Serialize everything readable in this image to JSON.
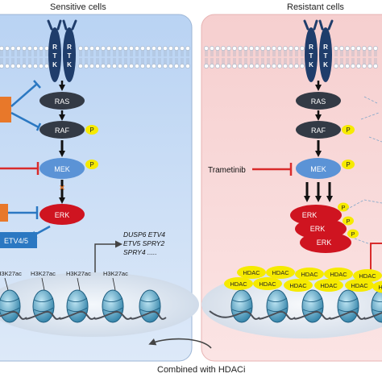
{
  "panels": {
    "left_title": "Sensitive cells",
    "right_title": "Resistant cells"
  },
  "rtk": {
    "letters": [
      "R",
      "T",
      "K"
    ]
  },
  "nodes": {
    "ras": "RAS",
    "raf": "RAF",
    "mek": "MEK",
    "erk": "ERK",
    "phospho": "P"
  },
  "left": {
    "etv_label": "ETV4/5",
    "target_genes": [
      "DUSP6 ETV4",
      "ETV5 SPRY2",
      "SPRY4 ....."
    ],
    "histone_marks": [
      "H3K27ac",
      "H3K27ac",
      "H3K27ac",
      "H3K27ac"
    ]
  },
  "right": {
    "drug": "Trametinib",
    "hdac_label": "HDAC"
  },
  "bottom_caption": "Combined with HDACi",
  "colors": {
    "left_bg": "#cfe1f8",
    "right_bg": "#f8d7d7",
    "navy": "#1f3d6b",
    "dark_node": "#333a45",
    "mek_blue": "#5b93d6",
    "erk_red": "#cf1420",
    "orange": "#e8782a",
    "yellow": "#f6ea00",
    "inhibit_red": "#d92b2b"
  }
}
